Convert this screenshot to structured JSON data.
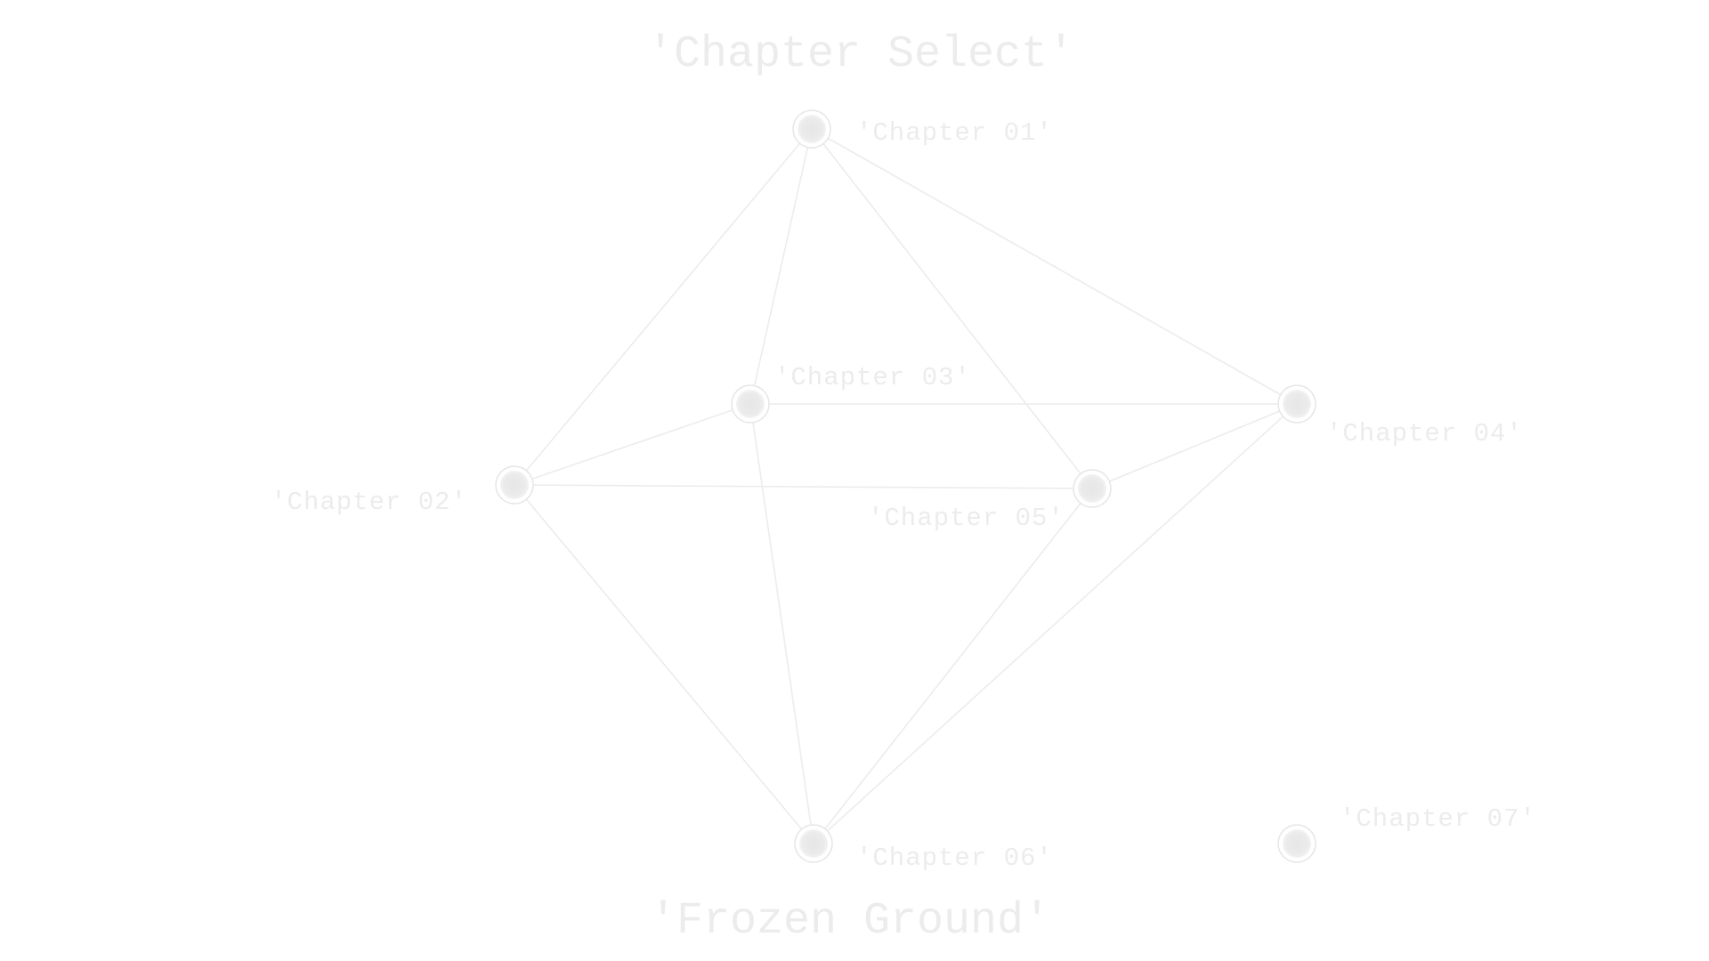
{
  "screen": {
    "title": "'Chapter Select'",
    "subtitle": "'Frozen Ground'"
  },
  "chapters": [
    {
      "id": "ch1",
      "label": "'Chapter 01'"
    },
    {
      "id": "ch2",
      "label": "'Chapter 02'"
    },
    {
      "id": "ch3",
      "label": "'Chapter 03'"
    },
    {
      "id": "ch4",
      "label": "'Chapter 04'"
    },
    {
      "id": "ch5",
      "label": "'Chapter 05'"
    },
    {
      "id": "ch6",
      "label": "'Chapter 06'"
    },
    {
      "id": "ch7",
      "label": "'Chapter 07'"
    }
  ],
  "connections": [
    [
      "ch1",
      "ch2"
    ],
    [
      "ch1",
      "ch3"
    ],
    [
      "ch1",
      "ch4"
    ],
    [
      "ch1",
      "ch5"
    ],
    [
      "ch2",
      "ch3"
    ],
    [
      "ch2",
      "ch5"
    ],
    [
      "ch2",
      "ch6"
    ],
    [
      "ch3",
      "ch4"
    ],
    [
      "ch3",
      "ch6"
    ],
    [
      "ch4",
      "ch5"
    ],
    [
      "ch4",
      "ch6"
    ],
    [
      "ch5",
      "ch6"
    ]
  ],
  "colors": {
    "background": "#ffffff",
    "text": "#ececec",
    "line": "#ececec",
    "node": "#e4e4e4"
  }
}
